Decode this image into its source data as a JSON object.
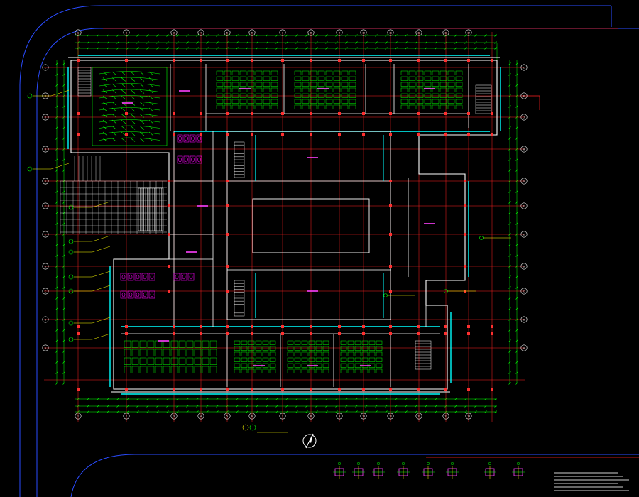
{
  "drawing": {
    "title": "",
    "scale": "",
    "colors": {
      "background": "#000000",
      "axis_line": "#ff2020",
      "wall": "#ffffff",
      "window": "#00ffff",
      "furniture": "#00ff00",
      "dimension": "#00ff00",
      "boundary": "#2a4cff",
      "label": "#ff40ff",
      "leader": "#ffff00",
      "sanitary": "#ff00ff"
    }
  },
  "grid": {
    "columns": [
      "1",
      "2",
      "3",
      "4",
      "5",
      "6",
      "7",
      "8",
      "9",
      "10",
      "11",
      "12",
      "13",
      "14"
    ],
    "rows": [
      "A",
      "B",
      "C",
      "D",
      "E",
      "F",
      "G",
      "H",
      "J",
      "K",
      "L"
    ]
  },
  "icons": [
    "north-arrow-icon",
    "legend-icon"
  ]
}
